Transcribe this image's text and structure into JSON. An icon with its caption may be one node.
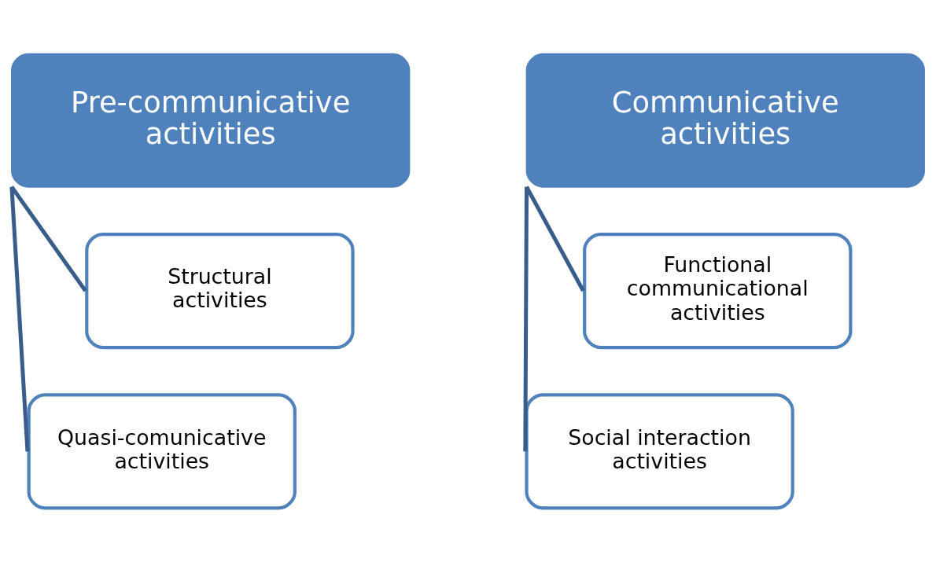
{
  "diagram": {
    "nodes": [
      {
        "text": [
          "Pre-communicative activities"
        ]
      },
      {
        "text": [
          "Structural activities"
        ]
      },
      {
        "text": [
          "Quasi-comunicative activities"
        ]
      },
      {
        "text": [
          "Communicative activities"
        ]
      },
      {
        "text": [
          "Functional communicational activities"
        ]
      },
      {
        "text": [
          "Social interaction activities"
        ]
      }
    ],
    "edges": [
      {
        "from": 0,
        "to": 1,
        "arrow": "none"
      },
      {
        "from": 0,
        "to": 2,
        "arrow": "none"
      },
      {
        "from": 3,
        "to": 4,
        "arrow": "none"
      },
      {
        "from": 3,
        "to": 5,
        "arrow": "none"
      }
    ]
  }
}
